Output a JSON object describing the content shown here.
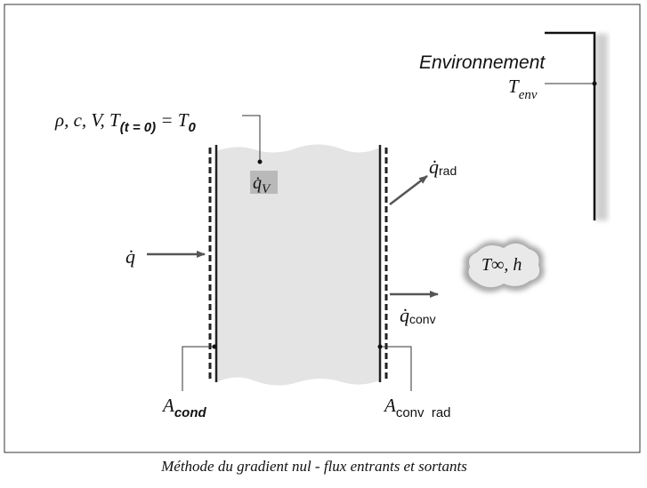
{
  "diagram": {
    "environment": {
      "label": "Environnement",
      "temp_symbol": "T",
      "temp_sub": "env"
    },
    "properties": {
      "prefix": "ρ, c, V, T",
      "sub": "(t = 0)",
      "eq": " = T",
      "eq_sub": "0"
    },
    "heat_generation": {
      "symbol": "q̇",
      "sub": "V"
    },
    "incoming_flux": {
      "symbol": "q̇"
    },
    "radiation_flux": {
      "symbol": "q̇",
      "sub": "rad"
    },
    "convection_flux": {
      "symbol": "q̇",
      "sub": "conv"
    },
    "fluid": {
      "label": "T∞, h"
    },
    "area_conduction": {
      "symbol": "A",
      "sub": "cond"
    },
    "area_conv_rad": {
      "symbol": "A",
      "sub": "conv  rad"
    }
  },
  "caption": "Méthode du gradient nul - flux entrants et sortants",
  "colors": {
    "body_fill": "#e4e4e4",
    "arrow": "#555555",
    "line": "#222222",
    "frame": "#333333"
  }
}
